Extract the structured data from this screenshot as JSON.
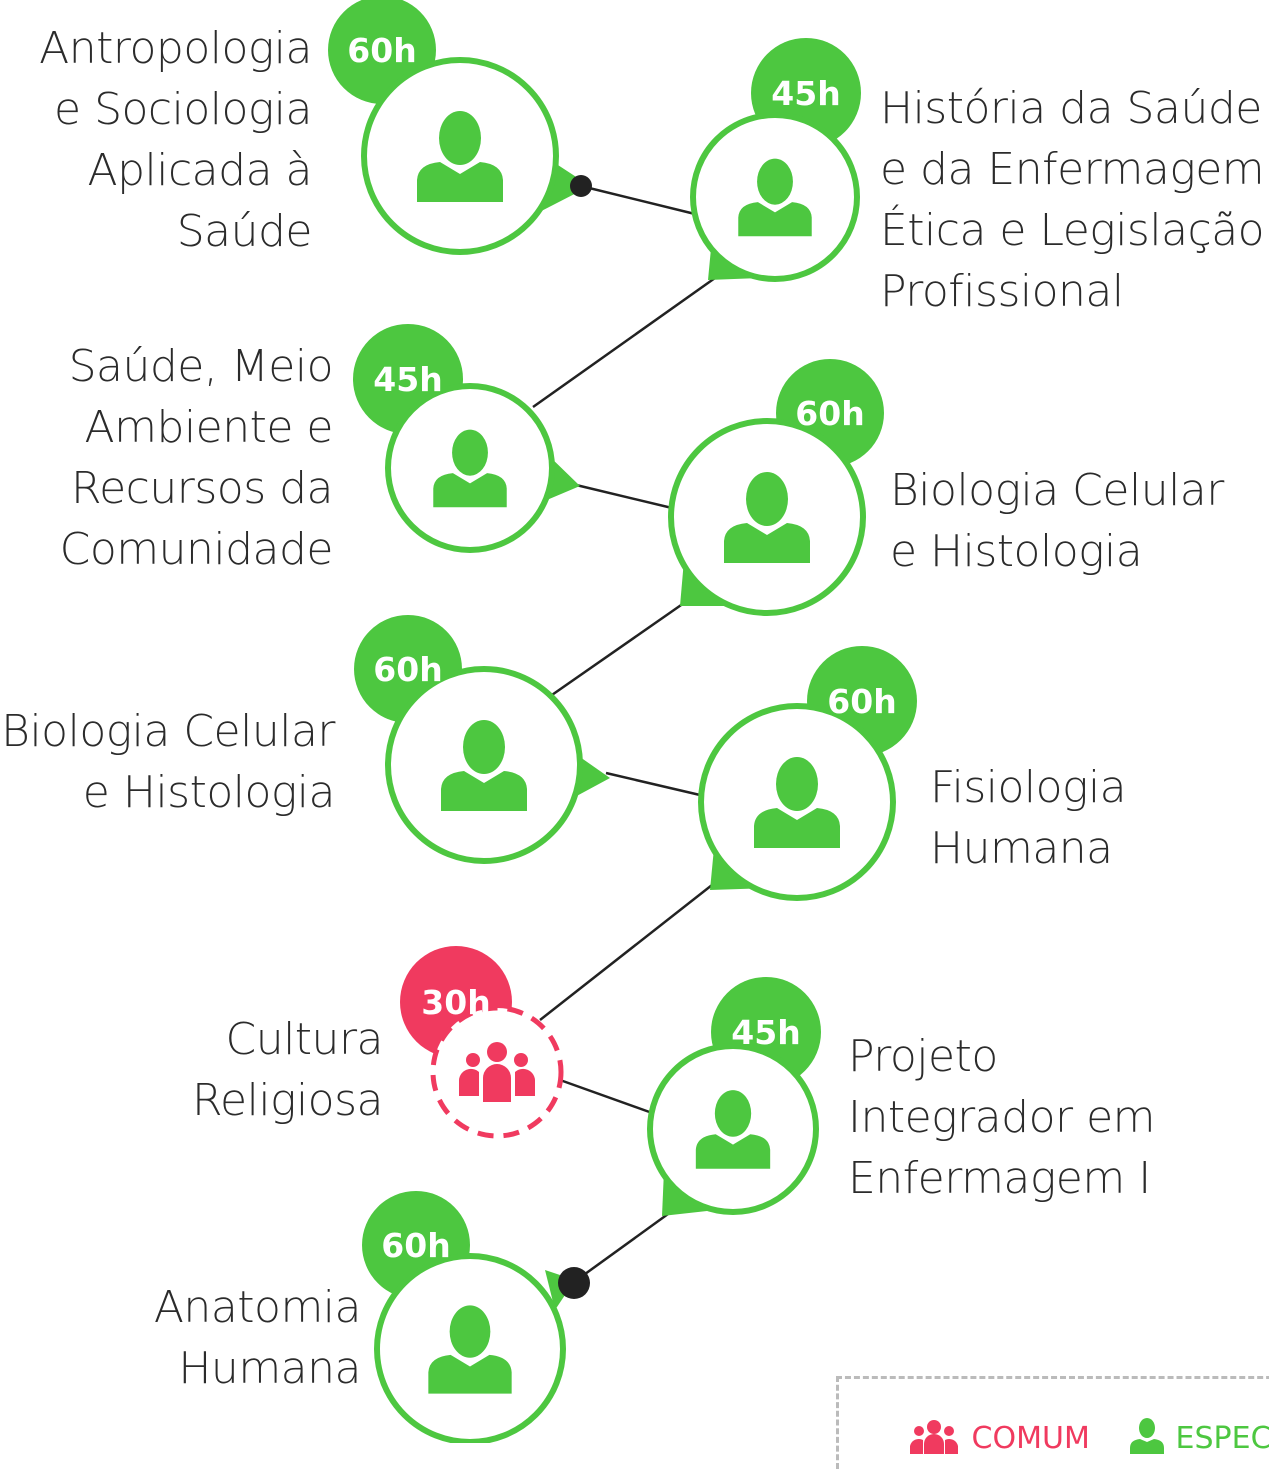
{
  "colors": {
    "especifica": "#4dc740",
    "comum": "#f03a5f",
    "line": "#222222",
    "text": "#2b2b2b"
  },
  "nodes": [
    {
      "id": "antropologia",
      "hours": "60h",
      "kind": "especifica",
      "icon": "person-icon",
      "label": [
        "Antropologia",
        "e Sociologia",
        "Aplicada à",
        "Saúde"
      ]
    },
    {
      "id": "historia",
      "hours": "45h",
      "kind": "especifica",
      "icon": "person-icon",
      "label": [
        "História da Saúde",
        "e da Enfermagem,",
        "Ética e Legislação",
        "Profissional"
      ]
    },
    {
      "id": "saude-meio",
      "hours": "45h",
      "kind": "especifica",
      "icon": "person-icon",
      "label": [
        "Saúde, Meio",
        "Ambiente e",
        "Recursos da",
        "Comunidade"
      ]
    },
    {
      "id": "biologia-1",
      "hours": "60h",
      "kind": "especifica",
      "icon": "person-icon",
      "label": [
        "Biologia Celular",
        "e Histologia"
      ]
    },
    {
      "id": "biologia-2",
      "hours": "60h",
      "kind": "especifica",
      "icon": "person-icon",
      "label": [
        "Biologia Celular",
        "e Histologia"
      ]
    },
    {
      "id": "fisiologia",
      "hours": "60h",
      "kind": "especifica",
      "icon": "person-icon",
      "label": [
        "Fisiologia",
        "Humana"
      ]
    },
    {
      "id": "cultura",
      "hours": "30h",
      "kind": "comum",
      "icon": "group-icon",
      "label": [
        "Cultura",
        "Religiosa"
      ]
    },
    {
      "id": "projeto",
      "hours": "45h",
      "kind": "especifica",
      "icon": "person-icon",
      "label": [
        "Projeto",
        "Integrador em",
        "Enfermagem I"
      ]
    },
    {
      "id": "anatomia",
      "hours": "60h",
      "kind": "especifica",
      "icon": "person-icon",
      "label": [
        "Anatomia",
        "Humana"
      ]
    }
  ],
  "legend": {
    "comum": "COMUM",
    "especifica": "ESPEC"
  }
}
